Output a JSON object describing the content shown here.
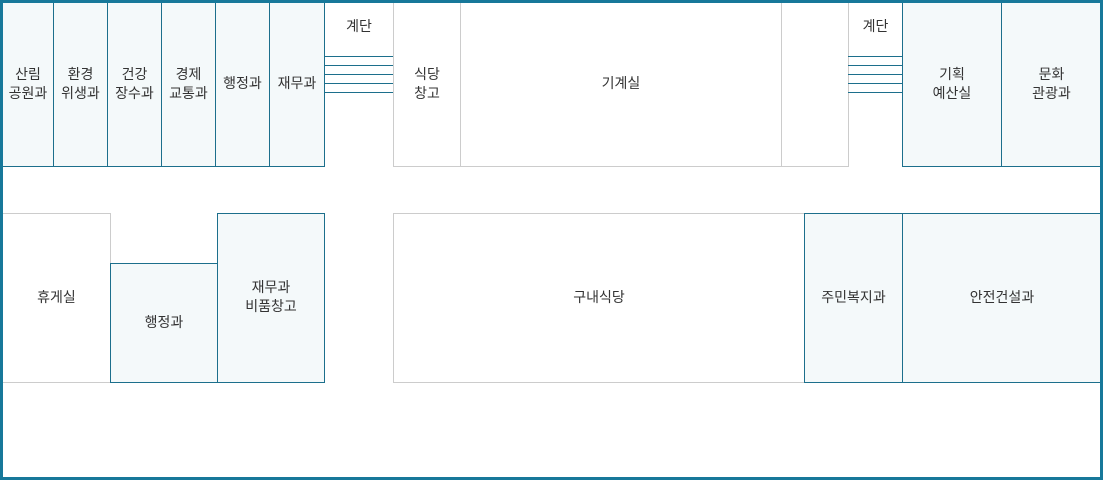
{
  "colors": {
    "outer_border": "#17789a",
    "office_border": "#1c6f8c",
    "office_fill": "#f4f9fa",
    "facility_border": "#cccccc",
    "facility_fill": "#ffffff",
    "text": "#333333"
  },
  "top_row": {
    "offices_left": [
      {
        "label": "산림\n공원과"
      },
      {
        "label": "환경\n위생과"
      },
      {
        "label": "건강\n장수과"
      },
      {
        "label": "경제\n교통과"
      },
      {
        "label": "행정과"
      },
      {
        "label": "재무과"
      }
    ],
    "stairs_left": {
      "label": "계단"
    },
    "facilities": [
      {
        "label": "식당\n창고"
      },
      {
        "label": "기계실"
      },
      {
        "label": ""
      }
    ],
    "stairs_right": {
      "label": "계단"
    },
    "offices_right": [
      {
        "label": "기획\n예산실"
      },
      {
        "label": "문화\n관광과"
      }
    ]
  },
  "bottom_row": {
    "lounge": {
      "label": "휴게실"
    },
    "admin": {
      "label": "행정과"
    },
    "finance_storage": {
      "label": "재무과\n비품창고"
    },
    "cafeteria": {
      "label": "구내식당"
    },
    "welfare": {
      "label": "주민복지과"
    },
    "construction": {
      "label": "안전건설과"
    }
  }
}
